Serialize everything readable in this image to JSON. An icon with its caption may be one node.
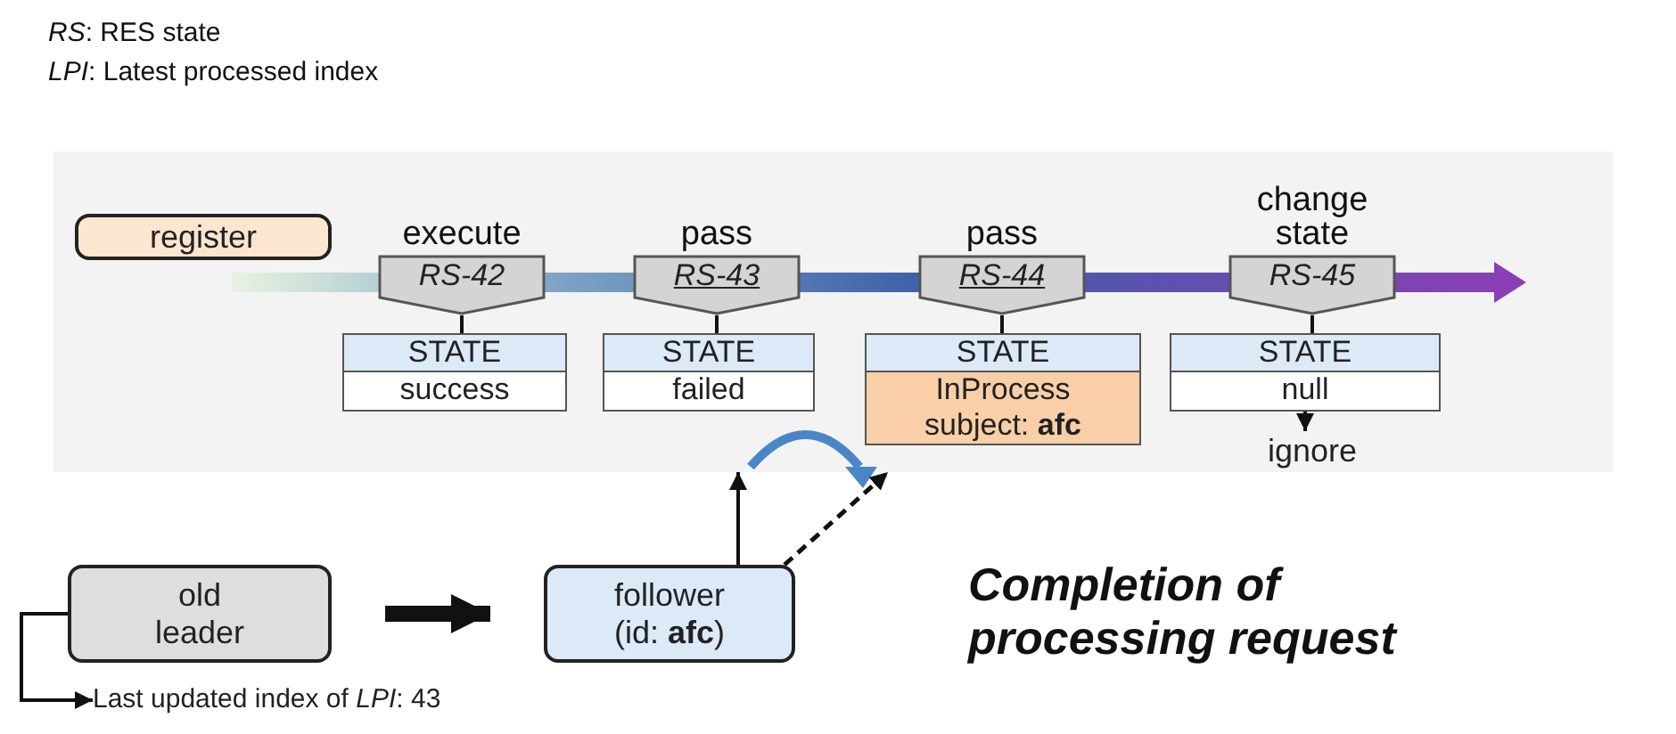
{
  "diagram": {
    "nodes": [
      {
        "text": [],
        "shape": "box"
      },
      {
        "text": [
          "register"
        ],
        "in": 0
      },
      {
        "text": [
          "RS-42"
        ],
        "beside": [
          "execute"
        ],
        "in": 0
      },
      {
        "text": [
          "RS-43"
        ],
        "beside": [
          "pass"
        ],
        "in": 0
      },
      {
        "text": [
          "RS-44"
        ],
        "beside": [
          "pass"
        ],
        "in": 0
      },
      {
        "text": [
          "RS-45"
        ],
        "beside": [
          "change state"
        ],
        "in": 0
      },
      {
        "text": [
          "STATE",
          "success"
        ],
        "in": 0
      },
      {
        "text": [
          "STATE",
          "failed"
        ],
        "in": 0
      },
      {
        "text": [
          "STATE",
          "InProcess subject: **afc**"
        ],
        "in": 0
      },
      {
        "text": [
          "STATE",
          "null"
        ],
        "in": 0
      },
      {
        "text": [
          "ignore"
        ],
        "in": 0
      },
      {
        "text": [
          "old leader"
        ]
      },
      {
        "text": [
          "follower (id: **afc**)"
        ]
      },
      {
        "text": [
          "Last updated index of *LPI*: 43"
        ]
      }
    ],
    "edges": [
      {
        "from": 2,
        "to": 6,
        "arrow": "none"
      },
      {
        "from": 3,
        "to": 7,
        "arrow": "none"
      },
      {
        "from": 4,
        "to": 8,
        "arrow": "none"
      },
      {
        "from": 5,
        "to": 9,
        "arrow": "none"
      },
      {
        "from": 9,
        "to": 10,
        "arrow": "to"
      },
      {
        "from": 11,
        "to": 12,
        "arrow": "to",
        "style": "thick"
      },
      {
        "from": 12,
        "to": 0,
        "arrow": "to"
      },
      {
        "from": 12,
        "to": 0,
        "arrow": "to",
        "style": "dashed"
      },
      {
        "from": 11,
        "to": 13,
        "arrow": "to"
      }
    ],
    "labels": [
      "*RS*: RES state",
      "*LPI*: Latest processed index",
      "Completion of processing request"
    ]
  }
}
